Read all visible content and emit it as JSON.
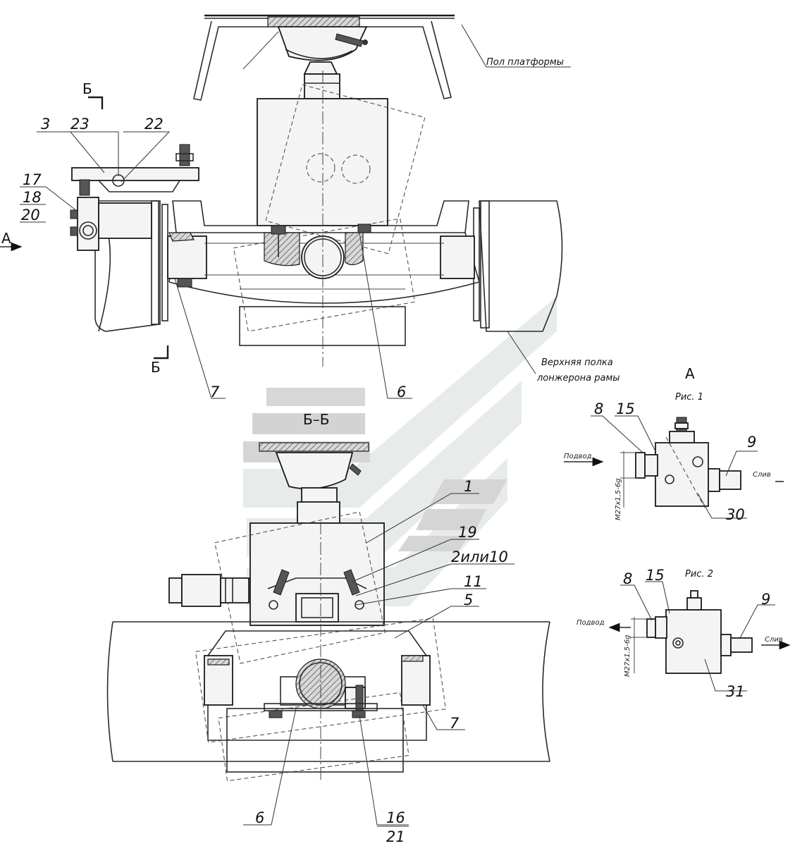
{
  "drawing": {
    "callouts": {
      "c1": "1",
      "c2_10": "2или10",
      "c3": "3",
      "c5": "5",
      "c6_top": "6",
      "c6_bottom": "6",
      "c7_top": "7",
      "c7_bottom": "7",
      "c8_fig1": "8",
      "c8_fig2": "8",
      "c9_fig1": "9",
      "c9_fig2": "9",
      "c11": "11",
      "c15_fig1": "15",
      "c15_fig2": "15",
      "c16": "16",
      "c17": "17",
      "c18": "18",
      "c19": "19",
      "c20": "20",
      "c21": "21",
      "c22": "22",
      "c23": "23",
      "c30": "30",
      "c31": "31"
    },
    "notes": {
      "platform_floor": "Пол платформы",
      "frame_flange_line1": "Верхняя полка",
      "frame_flange_line2": "лонжерона рамы"
    },
    "views": {
      "view_a": "А",
      "arrow_a": "А",
      "section_bb": "Б–Б",
      "cut_b_top": "Б",
      "cut_b_bottom": "Б",
      "fig1": "Рис. 1",
      "fig2": "Рис. 2"
    },
    "ports": {
      "inlet_fig1": "Подвод",
      "outlet_fig1": "Слив",
      "thread_fig1": "М27х1,5-6g",
      "inlet_fig2": "Подвод",
      "outlet_fig2": "Слив",
      "thread_fig2": "М27х1,5-6g"
    }
  }
}
